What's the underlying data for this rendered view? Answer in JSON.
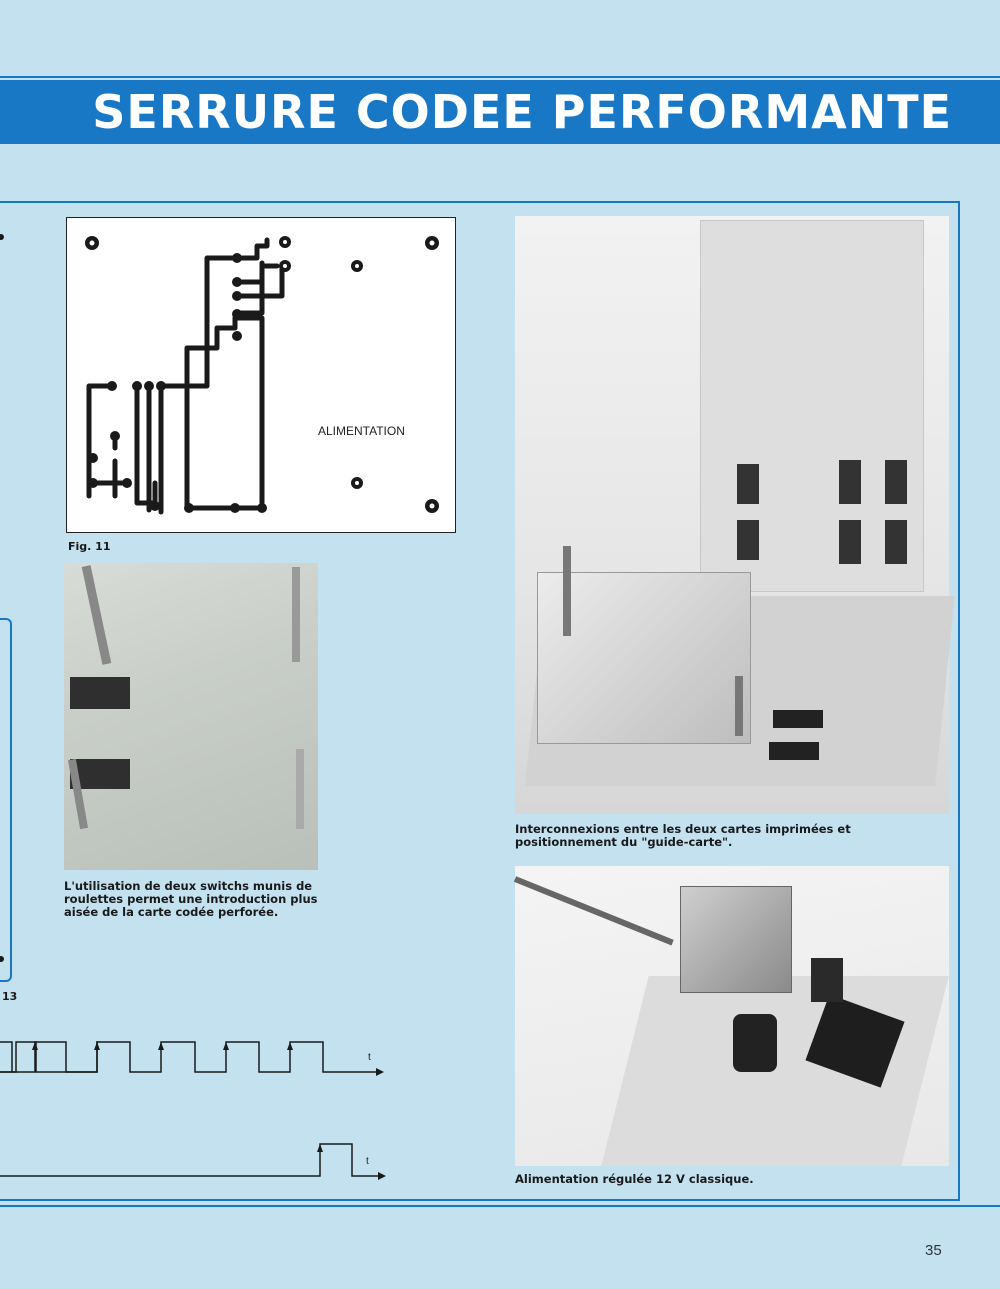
{
  "header": {
    "title": "SERRURE CODEE PERFORMANTE",
    "accent": "#1878c6"
  },
  "figure11": {
    "label": "Fig. 11",
    "pcb_text": "ALIMENTATION"
  },
  "figure13": {
    "label": "13",
    "axis_t1": "t",
    "axis_t2": "t"
  },
  "photos": {
    "switchs": {
      "caption": "L'utilisation de deux switchs munis de roulettes permet une introduction plus aisée de la carte codée perforée."
    },
    "interconnexions": {
      "caption": "Interconnexions entre les deux cartes imprimées et positionnement du \"guide-carte\"."
    },
    "alimentation": {
      "caption": "Alimentation régulée 12 V classique."
    }
  },
  "page": {
    "number": "35"
  }
}
